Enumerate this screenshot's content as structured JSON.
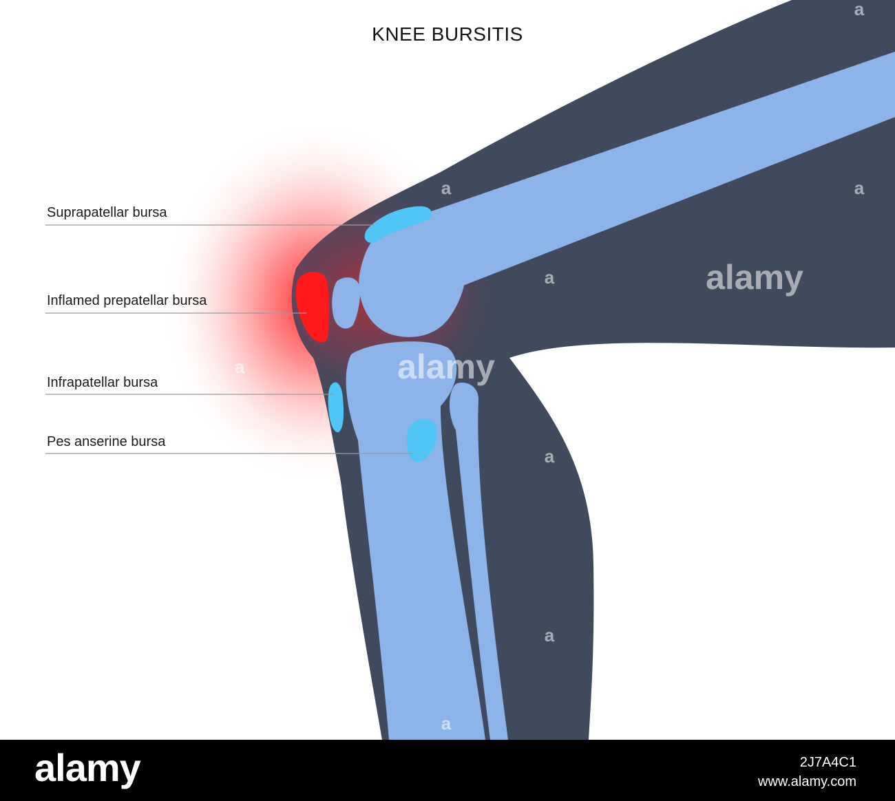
{
  "title": "KNEE BURSITIS",
  "labels": [
    "Suprapatellar bursa",
    "Inflamed prepatellar bursa",
    "Infrapatellar bursa",
    "Pes anserine bursa"
  ],
  "watermark": {
    "text": "alamy",
    "glyph": "a"
  },
  "footer": {
    "brand": "alamy",
    "image_id": "2J7A4C1",
    "site": "www.alamy.com"
  },
  "colors": {
    "silhouette": "#3f4a5c",
    "bone": "#8db4e8",
    "bursa": "#4fc6f5",
    "inflamed": "#ff1a1a",
    "leader_line": "#9a9a9a",
    "footer_bg": "#000000"
  }
}
